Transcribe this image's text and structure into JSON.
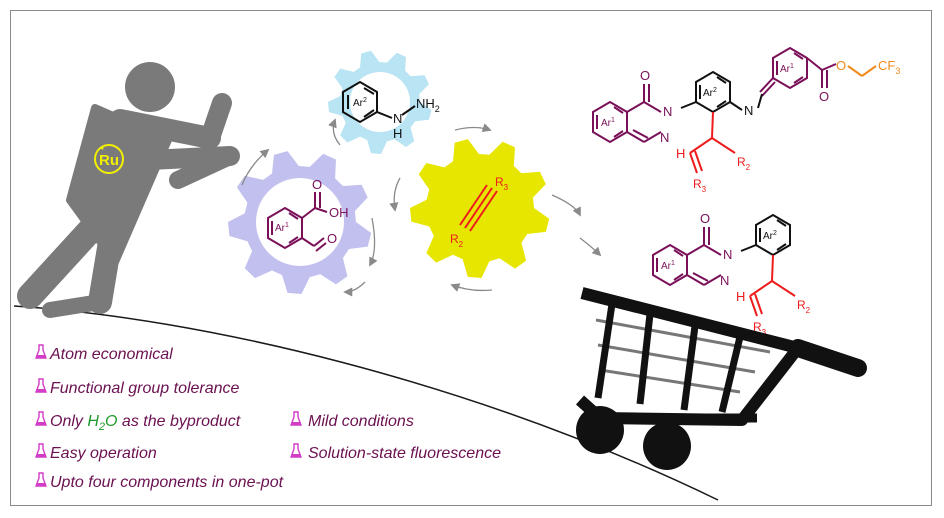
{
  "figure": {
    "metal_label": "Ru",
    "colors": {
      "person": "#7a7a7a",
      "ru_circle": "#f2f000",
      "gear_blue": "#b9e4f3",
      "gear_lavender": "#c2c0ee",
      "gear_yellow": "#e6e600",
      "purple": "#7a1058",
      "red": "#ee1c1c",
      "orange": "#f08a1c",
      "feature_text": "#6b1050",
      "flask": "#d23cc6",
      "water_green": "#1f9a2a"
    },
    "hydrazine": {
      "ring_label": "Ar",
      "ring_sup": "2",
      "nh": "N",
      "nh_h": "H",
      "nh2": "NH",
      "nh2_sub": "2"
    },
    "aldehyde_acid": {
      "ring_label": "Ar",
      "ring_sup": "1",
      "acid": "OH",
      "acid_o": "O",
      "ald_o": "O"
    },
    "alkyne": {
      "r3": "R",
      "r3_sub": "3",
      "r2": "R",
      "r2_sub": "2"
    },
    "product_top": {
      "ar1": "Ar",
      "ar1_sup": "1",
      "ar2": "Ar",
      "ar2_sup": "2",
      "ar1b": "Ar",
      "ar1b_sup": "1",
      "o_carbonyl": "O",
      "n1": "N",
      "n2": "N",
      "n_imine": "N",
      "ester_o": "O",
      "ester_o2": "O",
      "cf3": "CF",
      "cf3_sub": "3",
      "h": "H",
      "r2": "R",
      "r2_sub": "2",
      "r3": "R",
      "r3_sub": "3"
    },
    "product_bottom": {
      "ar1": "Ar",
      "ar1_sup": "1",
      "ar2": "Ar",
      "ar2_sup": "2",
      "o_carbonyl": "O",
      "n1": "N",
      "n2": "N",
      "h": "H",
      "r2": "R",
      "r2_sub": "2",
      "r3": "R",
      "r3_sub": "3"
    }
  },
  "features": {
    "items": [
      {
        "text": "Atom economical"
      },
      {
        "text": "Functional group tolerance"
      },
      {
        "pre": "Only ",
        "h2o_a": "H",
        "h2o_sub": "2",
        "h2o_b": "O",
        "post": " as the byproduct"
      },
      {
        "text": "Easy operation"
      },
      {
        "text": "Upto four components in one-pot"
      },
      {
        "text": "Mild conditions"
      },
      {
        "text": "Solution-state fluorescence"
      }
    ]
  }
}
